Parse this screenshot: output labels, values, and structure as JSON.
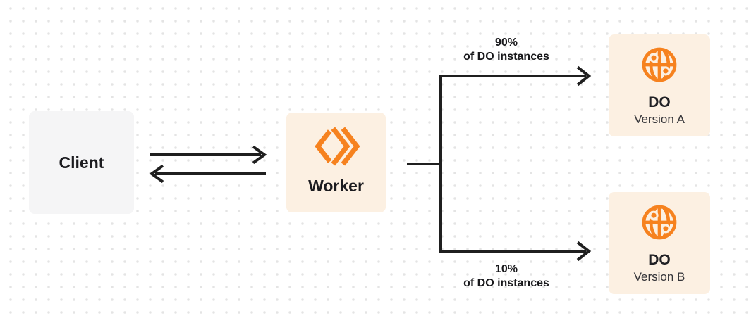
{
  "diagram": {
    "nodes": {
      "client": {
        "label": "Client"
      },
      "worker": {
        "label": "Worker",
        "icon": "workers-icon"
      },
      "do_version_a": {
        "title": "DO",
        "subtitle": "Version A",
        "icon": "durable-object-globe-icon"
      },
      "do_version_b": {
        "title": "DO",
        "subtitle": "Version B",
        "icon": "durable-object-globe-icon"
      }
    },
    "edges": {
      "client_worker": {
        "type": "bidirectional-arrows"
      },
      "worker_do_a": {
        "label_line1": "90%",
        "label_line2": "of DO instances"
      },
      "worker_do_b": {
        "label_line1": "10%",
        "label_line2": "of DO instances"
      }
    },
    "colors": {
      "accent_orange": "#f6821f",
      "node_cream": "#fcf0e2",
      "client_gray": "#f5f5f6",
      "arrow": "#1f1f1f",
      "dot_grid": "#e4e4e4",
      "text": "#18181b"
    }
  }
}
